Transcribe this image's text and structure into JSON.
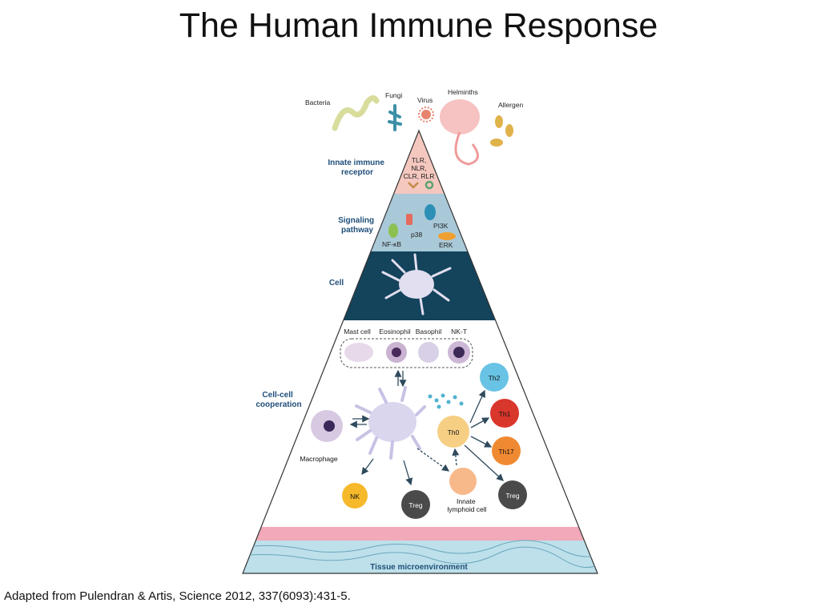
{
  "title": "The Human Immune Response",
  "citation": "Adapted from Pulendran & Artis, Science 2012, 337(6093):431-5.",
  "pathogens": [
    "Bacteria",
    "Fungi",
    "Virus",
    "Helminths",
    "Allergen"
  ],
  "tiers": {
    "innate_receptor": "Innate immune\nreceptor",
    "signaling": "Signaling\npathway",
    "cell": "Cell",
    "cooperation": "Cell-cell\ncooperation",
    "tissue": "Tissue microenvironment"
  },
  "receptors": [
    "TLR,",
    "NLR,",
    "CLR, RLR"
  ],
  "signaling_molecules": {
    "p38": "p38",
    "pi3k": "PI3K",
    "nfkb": "NF-κB",
    "erk": "ERK"
  },
  "granulocytes": [
    "Mast cell",
    "Eosinophil",
    "Basophil",
    "NK-T"
  ],
  "cells": {
    "macrophage": "Macrophage",
    "nk": "NK",
    "treg1": "Treg",
    "ilc": "Innate\nlymphoid cell",
    "treg2": "Treg",
    "th0": "Th0",
    "th2": "Th2",
    "th1": "Th1",
    "th17": "Th17"
  },
  "colors": {
    "teal": "#1f4e79",
    "dark_navy": "#14435c",
    "apex_pink": "#f4c7bf",
    "signal_blue": "#a9c9d8",
    "tissue_pink": "#f2a9b9",
    "tissue_blue": "#bde0ea"
  }
}
